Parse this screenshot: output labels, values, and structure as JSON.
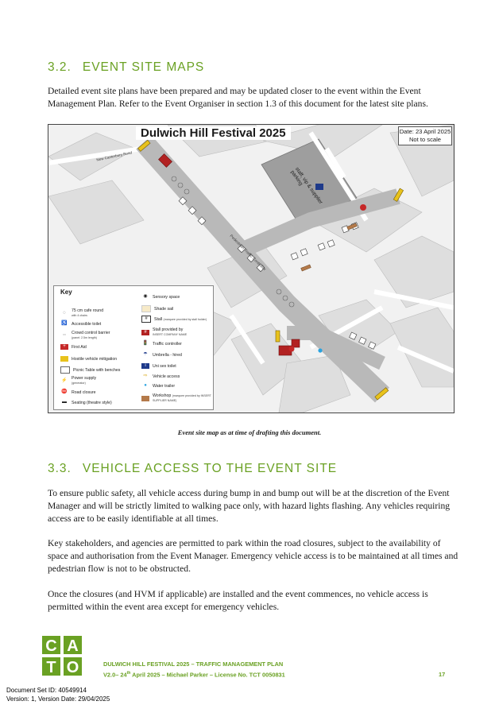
{
  "section_maps": {
    "number": "3.2.",
    "title": "EVENT SITE MAPS",
    "paragraph": "Detailed event site plans have been prepared and may be updated closer to the event within the Event Management Plan. Refer to the Event Organiser in section 1.3 of this document for the latest site plans."
  },
  "map": {
    "title": "Dulwich Hill Festival 2025",
    "date_line1": "Date: 23 April 2025",
    "date_line2": "Not to scale",
    "legend_title": "Key",
    "legend_left": [
      {
        "label": "75 cm cafe round",
        "sub": "with 4 chairs"
      },
      {
        "label": "Accessible toilet",
        "sub": ""
      },
      {
        "label": "Crowd control barrier",
        "sub": "(panel: 2.5m length)"
      },
      {
        "label": "First Aid",
        "sub": ""
      },
      {
        "label": "Hostile vehicle mitigation",
        "sub": ""
      },
      {
        "label": "Picnic Table with benches",
        "sub": ""
      },
      {
        "label": "Power supply",
        "sub": "(generator)"
      },
      {
        "label": "Road closure",
        "sub": ""
      },
      {
        "label": "Seating (theatre style)",
        "sub": ""
      }
    ],
    "legend_right": [
      {
        "label": "Sensory space",
        "sub": ""
      },
      {
        "label": "Shade sail",
        "sub": ""
      },
      {
        "label": "Stall",
        "sub": "(marquee provided by stall holder)"
      },
      {
        "label": "Stall provided by",
        "sub": "INSERT COMPANY NAME"
      },
      {
        "label": "Traffic controller",
        "sub": ""
      },
      {
        "label": "Umbrella - hired",
        "sub": ""
      },
      {
        "label": "Uni sex toilet",
        "sub": ""
      },
      {
        "label": "Vehicle access",
        "sub": ""
      },
      {
        "label": "Water trailer",
        "sub": ""
      },
      {
        "label": "Workshop",
        "sub": "(marquee provided by INSERT SUPPLIER NAME)"
      }
    ],
    "street_new_canterbury": "New Canterbury Road",
    "parking_label": "staff, vip & supplier parking"
  },
  "caption": "Event site map as at time of drafting this document.",
  "section_vehicle": {
    "number": "3.3.",
    "title": "VEHICLE ACCESS TO THE EVENT SITE",
    "para1": "To ensure public safety, all vehicle access during bump in and bump out will be at the discretion of the Event Manager and will be strictly limited to walking pace only, with hazard lights flashing. Any vehicles requiring access are to be easily identifiable at all times.",
    "para2": "Key stakeholders, and agencies are permitted to park within the road closures, subject to the availability of space and authorisation from the Event Manager. Emergency vehicle access is to be maintained at all times and pedestrian flow is not to be obstructed.",
    "para3": "Once the closures (and HVM if applicable) are installed and the event commences, no vehicle access is permitted within the event area except for emergency vehicles."
  },
  "footer": {
    "logo_letters": [
      "C",
      "A",
      "T",
      "O"
    ],
    "title": "DULWICH HILL FESTIVAL 2025 – TRAFFIC MANAGEMENT PLAN",
    "version": "V2.0– 24",
    "version_sup": "th",
    "version_rest": " April 2025 – Michael Parker – License No. TCT 0050831",
    "page": "17"
  },
  "doc_meta": {
    "set_id": "Document Set ID: 40549914",
    "version": "Version: 1, Version Date: 29/04/2025"
  },
  "colors": {
    "accent_green": "#6aa123",
    "road_grey": "#b9b9b9",
    "barrier_yellow": "#e8c21c",
    "stall_red": "#b22222"
  }
}
